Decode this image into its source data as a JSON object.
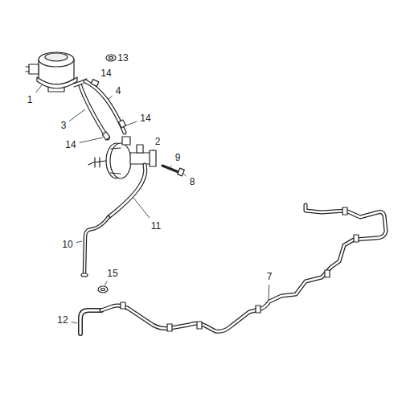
{
  "diagram": {
    "labels": [
      "13",
      "14",
      "1",
      "4",
      "3",
      "14",
      "14",
      "2",
      "9",
      "8",
      "11",
      "10",
      "7",
      "15",
      "12"
    ]
  }
}
